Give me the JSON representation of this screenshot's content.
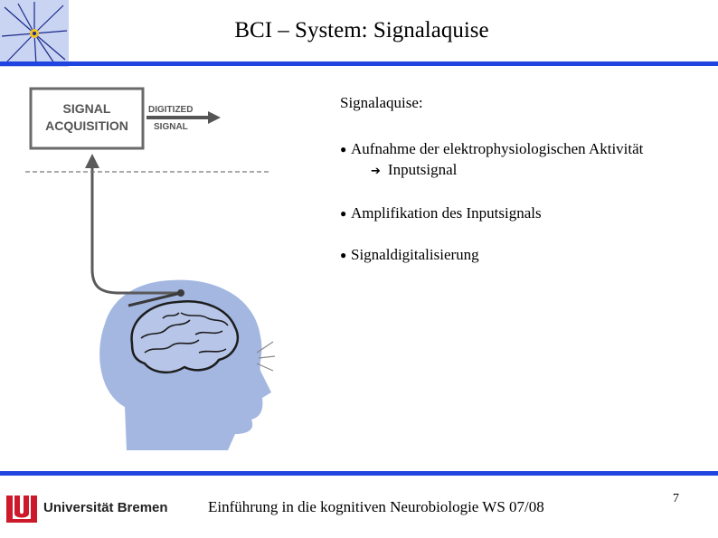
{
  "header": {
    "title": "BCI – System: Signalaquise"
  },
  "illustration": {
    "box_label_line1": "SIGNAL",
    "box_label_line2": "ACQUISITION",
    "arrow_label_line1": "DIGITIZED",
    "arrow_label_line2": "SIGNAL"
  },
  "content": {
    "heading": "Signalaquise:",
    "bullets": [
      {
        "text": "Aufnahme der  elektrophysiologischen Aktivität",
        "sub": "Inputsignal"
      },
      {
        "text": "Amplifikation des Inputsignals"
      },
      {
        "text": "Signaldigitalisierung"
      }
    ],
    "bullet_glyph": "●",
    "sub_arrow_glyph": "➔"
  },
  "footer": {
    "university": "Universität Bremen",
    "course": "Einführung in die kognitiven Neurobiologie WS 07/08",
    "page": "7"
  },
  "colors": {
    "rule_blue": "#2044e0",
    "head_blue": "#a3b7e1",
    "logo_red": "#cc1a2b"
  }
}
